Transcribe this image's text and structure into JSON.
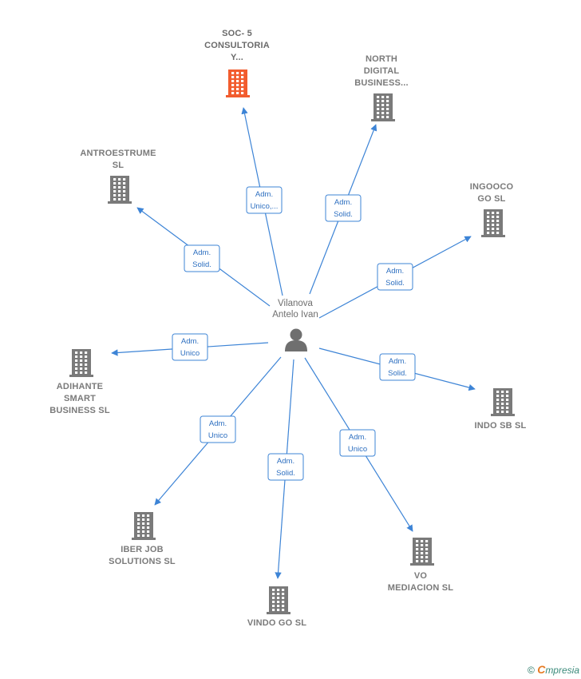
{
  "person": {
    "name_line1": "Vilanova",
    "name_line2": "Antelo Ivan",
    "icon": "person-icon"
  },
  "colors": {
    "edge": "#3d84d6",
    "building": "#7a7a7a",
    "building_highlight": "#f25c2e"
  },
  "companies": [
    {
      "id": "soc5",
      "lines": [
        "SOC- 5",
        "CONSULTORIA",
        "Y..."
      ],
      "role": [
        "Adm.",
        "Unico,..."
      ],
      "highlight": true,
      "icon": "building-icon"
    },
    {
      "id": "north",
      "lines": [
        "NORTH",
        "DIGITAL",
        "BUSINESS..."
      ],
      "role": [
        "Adm.",
        "Solid."
      ],
      "highlight": false,
      "icon": "building-icon"
    },
    {
      "id": "antro",
      "lines": [
        "ANTROESTRUME",
        "SL"
      ],
      "role": [
        "Adm.",
        "Solid."
      ],
      "highlight": false,
      "icon": "building-icon"
    },
    {
      "id": "ingooco",
      "lines": [
        "INGOOCO",
        "GO  SL"
      ],
      "role": [
        "Adm.",
        "Solid."
      ],
      "highlight": false,
      "icon": "building-icon"
    },
    {
      "id": "adihante",
      "lines": [
        "ADIHANTE",
        "SMART",
        "BUSINESS  SL"
      ],
      "role": [
        "Adm.",
        "Unico"
      ],
      "highlight": false,
      "icon": "building-icon"
    },
    {
      "id": "indo",
      "lines": [
        "INDO SB  SL"
      ],
      "role": [
        "Adm.",
        "Solid."
      ],
      "highlight": false,
      "icon": "building-icon"
    },
    {
      "id": "iber",
      "lines": [
        "IBER JOB",
        "SOLUTIONS  SL"
      ],
      "role": [
        "Adm.",
        "Unico"
      ],
      "highlight": false,
      "icon": "building-icon"
    },
    {
      "id": "vindo",
      "lines": [
        "VINDO GO  SL"
      ],
      "role": [
        "Adm.",
        "Solid."
      ],
      "highlight": false,
      "icon": "building-icon"
    },
    {
      "id": "vo",
      "lines": [
        "VO",
        "MEDIACION  SL"
      ],
      "role": [
        "Adm.",
        "Unico"
      ],
      "highlight": false,
      "icon": "building-icon"
    }
  ],
  "footer": {
    "copyright": "©",
    "brand_initial": "C",
    "brand_rest": "mpresia"
  }
}
